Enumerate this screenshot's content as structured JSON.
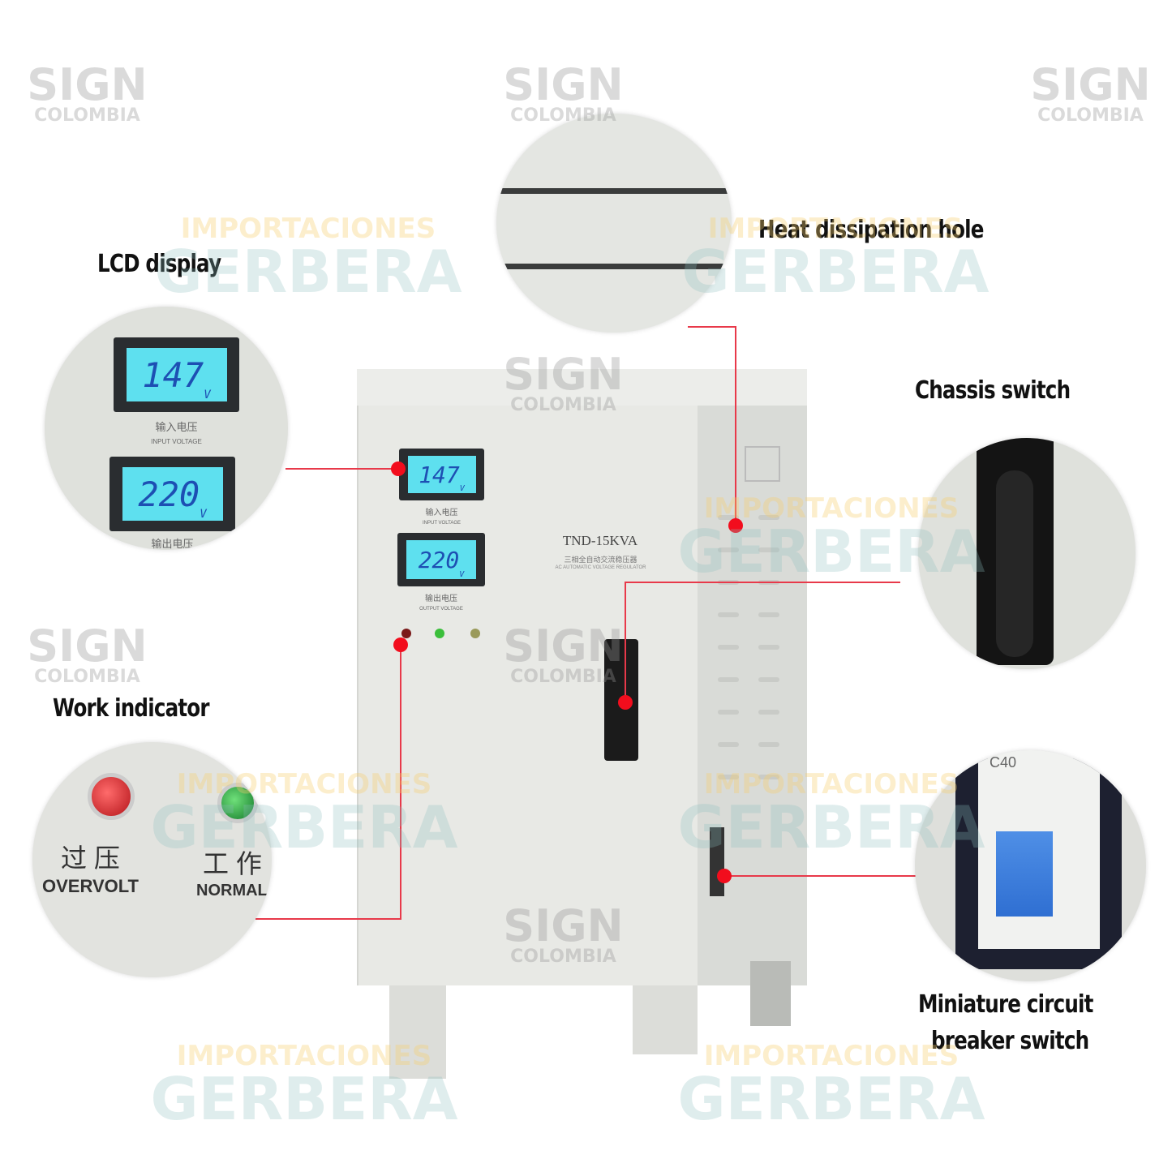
{
  "callouts": {
    "lcd_display": "LCD display",
    "heat_dissipation": "Heat dissipation hole",
    "chassis_switch": "Chassis switch",
    "work_indicator": "Work indicator",
    "breaker_line1": "Miniature circuit",
    "breaker_line2": "breaker switch"
  },
  "device": {
    "model": "TND-15KVA",
    "subtitle_cn": "三相全自动交流稳压器",
    "subtitle_en": "AC AUTOMATIC VOLTAGE REGULATOR",
    "input_voltage_value": "147",
    "output_voltage_value": "220",
    "unit": "V",
    "input_label_cn": "输入电压",
    "input_label_en": "INPUT VOLTAGE",
    "output_label_cn": "输出电压",
    "output_label_en": "OUTPUT VOLTAGE"
  },
  "indicator_zoom": {
    "overvolt_cn": "过 压",
    "overvolt_en": "OVERVOLT",
    "normal_cn": "工 作",
    "normal_en": "NORMAL"
  },
  "breaker_zoom": {
    "rating": "C40"
  },
  "watermarks": {
    "sign_line1": "SIGN",
    "sign_line2": "COLOMBIA",
    "gerbera_line1": "IMPORTACIONES",
    "gerbera_line2": "GERBERA"
  },
  "colors": {
    "callout_line": "#e8394a",
    "lcd_background": "#5ee0ef",
    "cabinet": "#e6e7e3"
  }
}
